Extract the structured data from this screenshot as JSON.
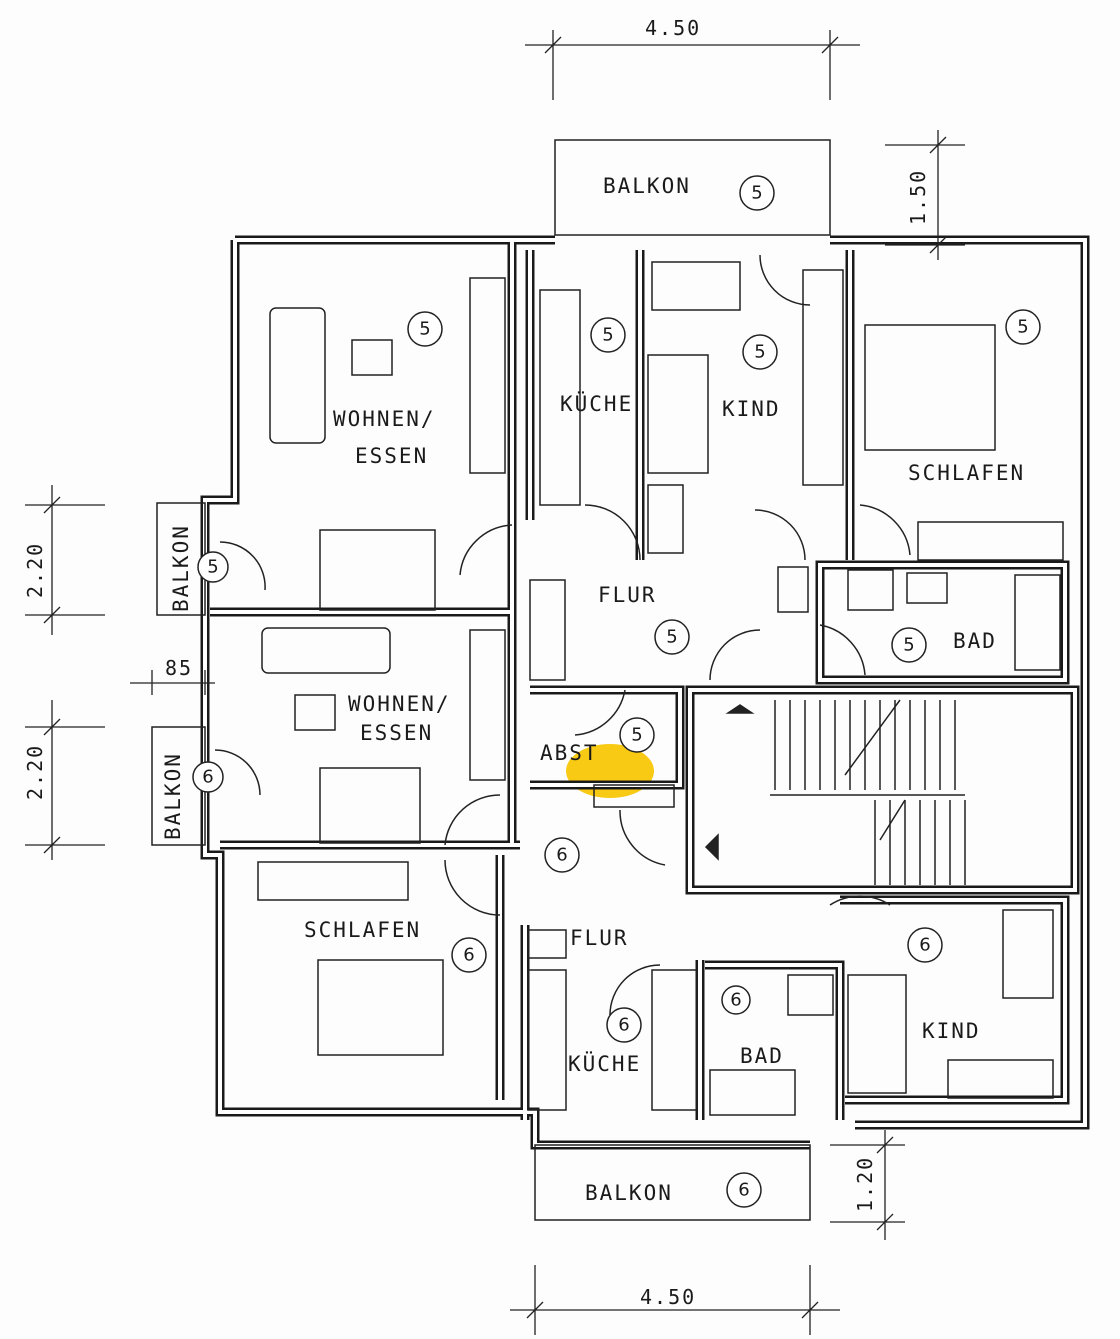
{
  "dimensions": {
    "top_width": "4.50",
    "top_balcony_depth": "1.50",
    "left_balcony_upper": "2.20",
    "left_offset": "85",
    "left_balcony_lower": "2.20",
    "bottom_balcony_depth": "1.20",
    "bottom_width": "4.50"
  },
  "rooms": [
    {
      "label": "BALKON",
      "unit": "5"
    },
    {
      "label": "WOHNEN/",
      "label2": "ESSEN",
      "unit": "5"
    },
    {
      "label": "KÜCHE",
      "unit": "5"
    },
    {
      "label": "KIND",
      "unit": "5"
    },
    {
      "label": "SCHLAFEN",
      "unit": "5"
    },
    {
      "label": "BALKON",
      "unit": "5"
    },
    {
      "label": "FLUR",
      "unit": "5"
    },
    {
      "label": "BAD",
      "unit": "5"
    },
    {
      "label": "WOHNEN/",
      "label2": "ESSEN"
    },
    {
      "label": "ABST",
      "unit": "5"
    },
    {
      "label": "BALKON",
      "unit": "6"
    },
    {
      "label": "FLUR",
      "unit": "6"
    },
    {
      "label": "SCHLAFEN",
      "unit": "6"
    },
    {
      "label": "KIND",
      "unit": "6"
    },
    {
      "label": "KÜCHE",
      "unit": "6"
    },
    {
      "label": "BAD",
      "unit": "6"
    },
    {
      "label": "BALKON",
      "unit": "6"
    }
  ],
  "colors": {
    "highlight": "#f7c500",
    "ink": "#1a1a1a"
  }
}
